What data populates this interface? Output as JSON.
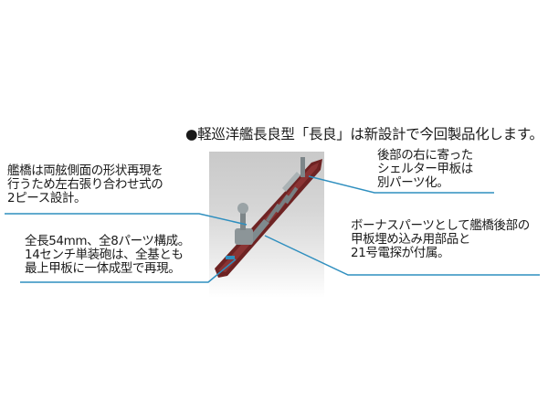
{
  "headline": "●軽巡洋艦長良型「長良」は新設計で今回製品化します。",
  "callouts": {
    "bridge": {
      "lines": [
        "艦橋は両舷側面の形状再現を",
        "行うため左右張り合わせ式の",
        "2ピース設計。"
      ]
    },
    "hull": {
      "lines": [
        "全長54mm、全8パーツ構成。",
        "14センチ単装砲は、全基とも",
        "最上甲板に一体成型で再現。"
      ]
    },
    "shelter": {
      "lines": [
        "後部の右に寄った",
        "シェルター甲板は",
        "別パーツ化。"
      ]
    },
    "bonus": {
      "lines": [
        "ボーナスパーツとして艦橋後部の",
        "甲板埋め込み用部品と",
        "21号電探が付属。"
      ]
    }
  },
  "colors": {
    "leader_line": "#2f8fbf",
    "hull_red": "#7a2a2a",
    "superstructure_gray": "#8c9598"
  }
}
